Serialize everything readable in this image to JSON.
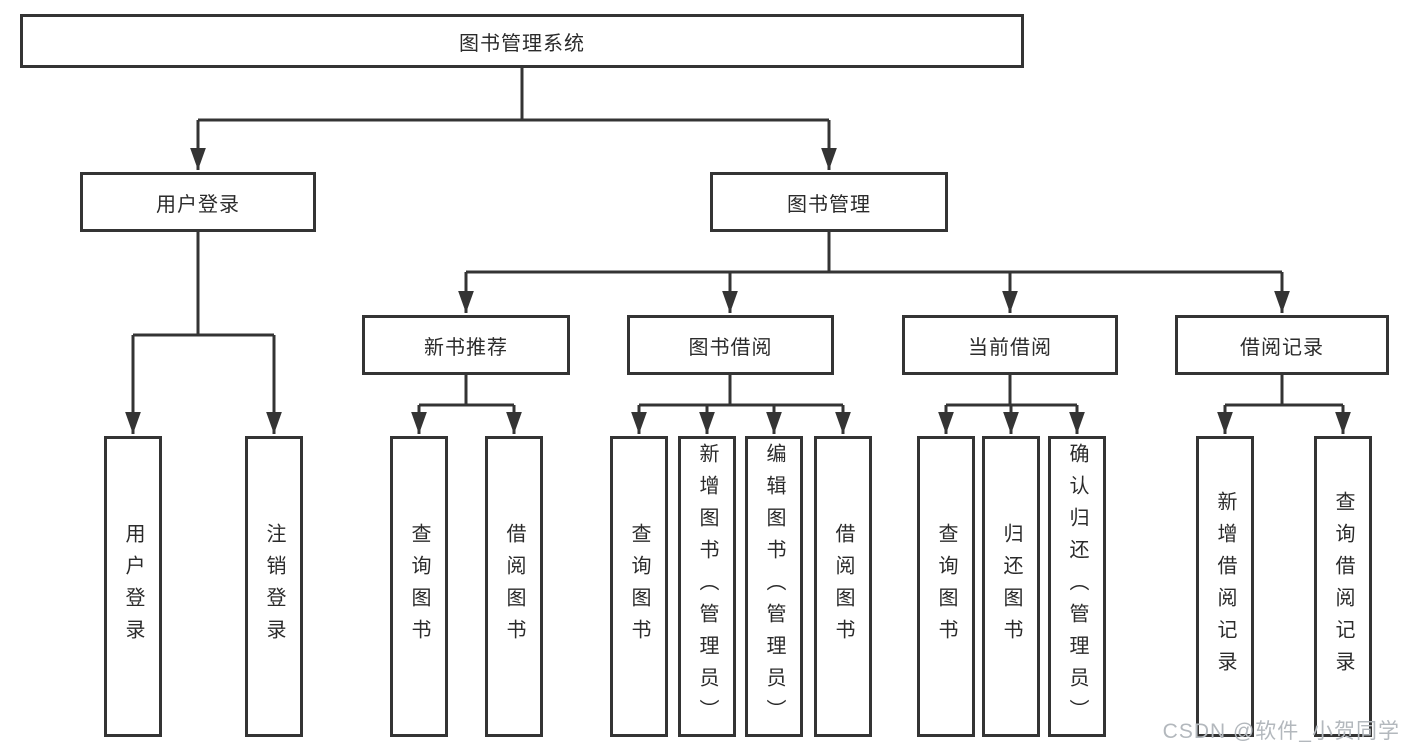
{
  "diagram": {
    "root": {
      "label": "图书管理系统",
      "children": [
        {
          "label": "用户登录",
          "children": [
            {
              "label": "用户登录"
            },
            {
              "label": "注销登录"
            }
          ]
        },
        {
          "label": "图书管理",
          "children": [
            {
              "label": "新书推荐",
              "children": [
                {
                  "label": "查询图书"
                },
                {
                  "label": "借阅图书"
                }
              ]
            },
            {
              "label": "图书借阅",
              "children": [
                {
                  "label": "查询图书"
                },
                {
                  "label": "新增图书（管理员）"
                },
                {
                  "label": "编辑图书（管理员）"
                },
                {
                  "label": "借阅图书"
                }
              ]
            },
            {
              "label": "当前借阅",
              "children": [
                {
                  "label": "查询图书"
                },
                {
                  "label": "归还图书"
                },
                {
                  "label": "确认归还（管理员）"
                }
              ]
            },
            {
              "label": "借阅记录",
              "children": [
                {
                  "label": "新增借阅记录"
                },
                {
                  "label": "查询借阅记录"
                }
              ]
            }
          ]
        }
      ]
    }
  },
  "watermark": {
    "text": "CSDN @软件_小贺同学"
  },
  "colors": {
    "line": "#343434",
    "box_border": "#343434",
    "box_background": "#ffffff",
    "text": "#2b2b2b",
    "watermark": "#b3b8bd",
    "page_background": "#ffffff"
  }
}
